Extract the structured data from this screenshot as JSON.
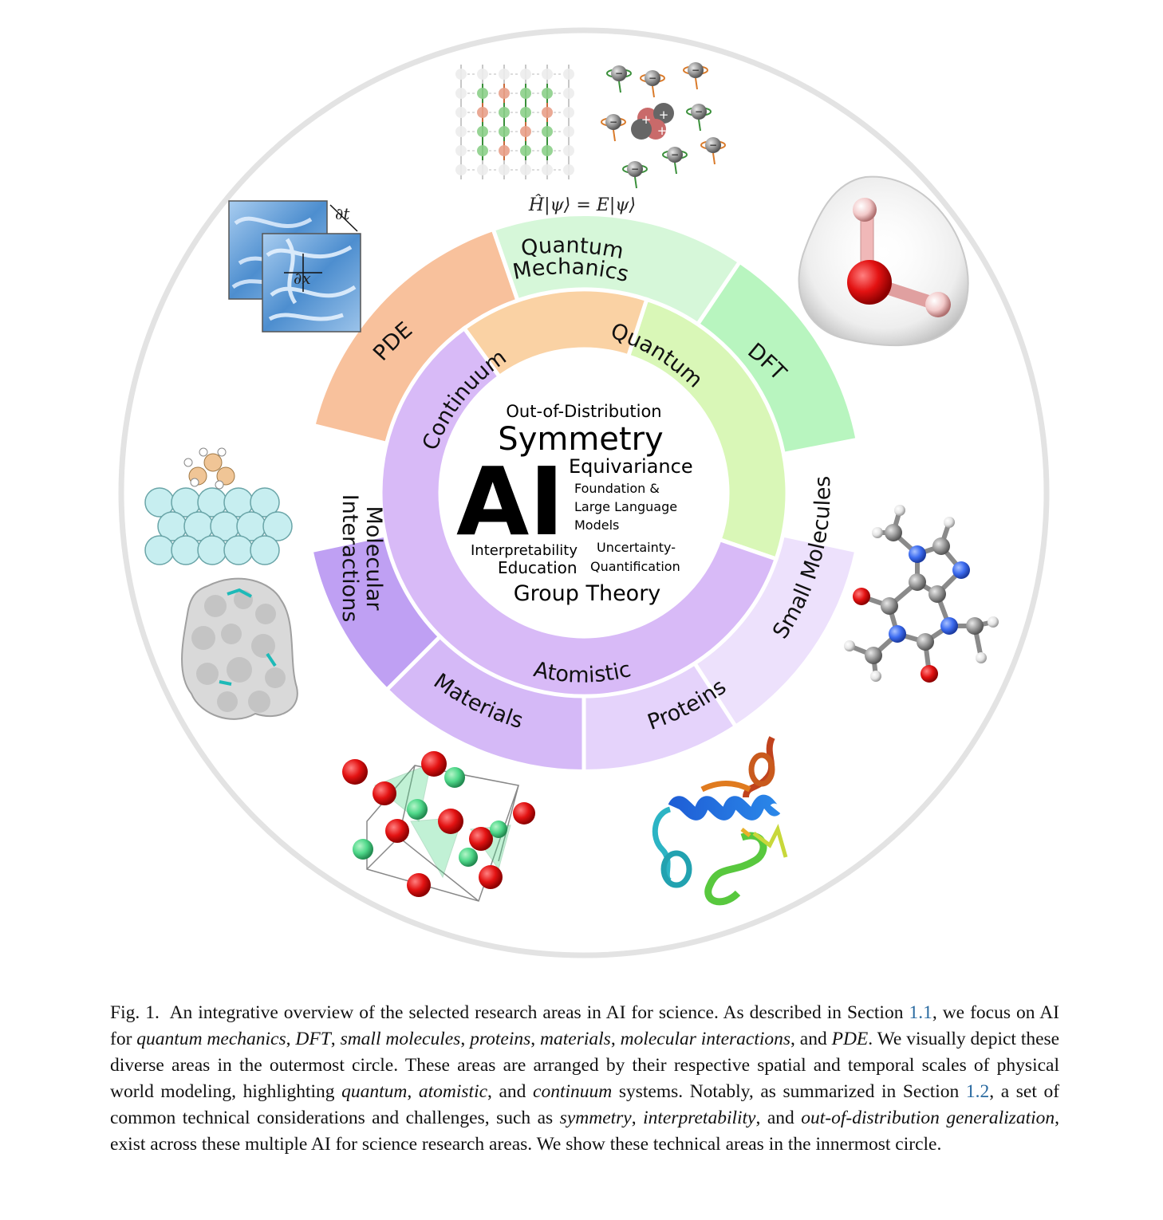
{
  "diagram": {
    "outer_segments": [
      {
        "id": "qm",
        "label_lines": [
          "Quantum",
          "Mechanics"
        ],
        "color": "#d6f7d9"
      },
      {
        "id": "dft",
        "label": "DFT",
        "color": "#b8f5bf"
      },
      {
        "id": "small_molecules",
        "label": "Small Molecules",
        "color": "#ede1fc"
      },
      {
        "id": "proteins",
        "label": "Proteins",
        "color": "#e5d3fb"
      },
      {
        "id": "materials",
        "label": "Materials",
        "color": "#d5b9f7"
      },
      {
        "id": "molecular_interactions",
        "label_lines": [
          "Molecular",
          "Interactions"
        ],
        "color": "#bfa0f3"
      },
      {
        "id": "pde",
        "label": "PDE",
        "color": "#f8c19c"
      }
    ],
    "middle_segments": [
      {
        "id": "quantum",
        "label": "Quantum",
        "color": "#d9f7b7"
      },
      {
        "id": "atomistic",
        "label": "Atomistic",
        "color": "#d8baf7"
      },
      {
        "id": "continuum",
        "label": "Continuum",
        "color": "#fad2a4"
      }
    ],
    "center_words": {
      "ood": "Out-of-Distribution",
      "symmetry": "Symmetry",
      "ai": "AI",
      "equivariance": "Equivariance",
      "foundation_1": "Foundation &",
      "foundation_2": "Large Language",
      "foundation_3": "Models",
      "interpretability": "Interpretability",
      "uq_1": "Uncertainty-",
      "uq_2": "Quantification",
      "education": "Education",
      "group_theory": "Group Theory"
    },
    "schrodinger": "Ĥ|ψ⟩ = E|ψ⟩",
    "pde_ops": {
      "dt": "∂t",
      "dx": "∂x"
    },
    "charges": {
      "plus": "+",
      "minus": "−"
    }
  },
  "caption": {
    "fig_label": "Fig. 1.",
    "t1": "An integrative overview of the selected research areas in AI for science. As described in Section",
    "ref1": "1.1",
    "t2": ", we focus on AI for",
    "i1": "quantum mechanics",
    "t3": ",",
    "i2": "DFT",
    "t4": ",",
    "i3": "small molecules",
    "t5": ",",
    "i4": "proteins",
    "t6": ",",
    "i5": "materials",
    "t7": ",",
    "i6": "molecular interactions",
    "t8": ", and",
    "i7": "PDE",
    "t9": ". We visually depict these diverse areas in the outermost circle. These areas are arranged by their respective spatial and temporal scales of physical world modeling, highlighting",
    "i8": "quantum",
    "t10": ",",
    "i9": "atomistic",
    "t11": ", and",
    "i10": "continuum",
    "t12": "systems. Notably, as summarized in Section",
    "ref2": "1.2",
    "t13": ", a set of common technical considerations and challenges, such as",
    "i11": "symmetry",
    "t14": ",",
    "i12": "interpretability",
    "t15": ", and",
    "i13": "out-of-distribution generalization",
    "t16": ", exist across these multiple AI for science research areas. We show these technical areas in the innermost circle."
  }
}
